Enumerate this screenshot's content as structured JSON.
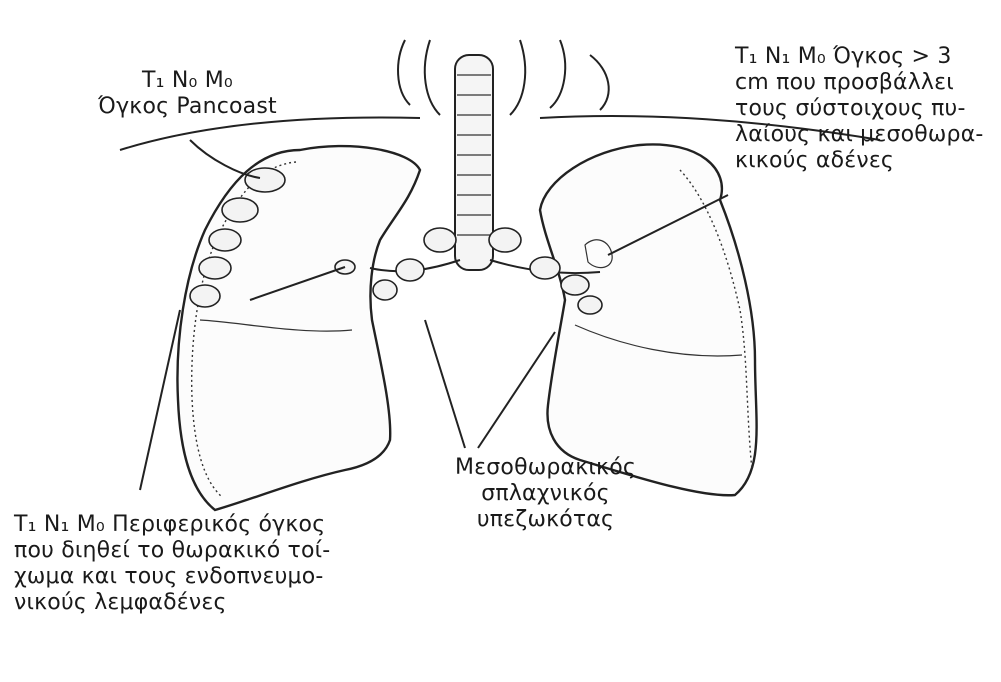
{
  "labels": {
    "pancoast": {
      "line1": "T₁ N₀ M₀",
      "line2": "Όγκος Pancoast"
    },
    "large_tumor": {
      "line1": "T₁ N₁ M₀ Όγκος > 3",
      "line2": "cm που προσβάλλει",
      "line3": "τους σύστοιχους πυ-",
      "line4": "λαίους και μεσοθωρα-",
      "line5": "κικούς αδένες"
    },
    "mediastinal": {
      "line1": "Μεσοθωρακικός",
      "line2": "σπλαχνικός",
      "line3": "υπεζωκότας"
    },
    "peripheral": {
      "line1": "T₁ N₁ M₀ Περιφερικός όγκος",
      "line2": "που διηθεί το θωρακικό τοί-",
      "line3": "χωμα και τους ενδοπνευμο-",
      "line4": "νικούς λεμφαδένες"
    }
  },
  "colors": {
    "ink": "#1a1a1a",
    "paper": "#ffffff"
  }
}
